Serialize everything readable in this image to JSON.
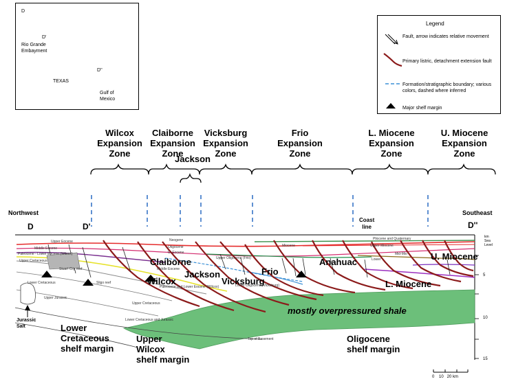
{
  "inset_map": {
    "labels": {
      "d": "D",
      "d_prime": "D'",
      "d_double": "D''",
      "rio": "Rio Grande\nEmbayment",
      "texas": "TEXAS",
      "gulf": "Gulf of\nMexico"
    }
  },
  "legend": {
    "title": "Legend",
    "items": [
      {
        "label": "Fault, arrow indicates relative movement",
        "icon": "fault-arrow-icon"
      },
      {
        "label": "Primary listric, detachment extension fault",
        "icon": "listric-fault-icon",
        "color": "#8b1a1a"
      },
      {
        "label": "Formation/stratigraphic boundary; various colors, dashed where inferred",
        "icon": "boundary-dashed-icon",
        "color": "#3a8fd6"
      },
      {
        "label": "Major shelf margin",
        "icon": "triangle-icon"
      }
    ]
  },
  "zones": [
    {
      "label": "Wilcox\nExpansion\nZone"
    },
    {
      "label": "Claiborne\nExpansion\nZone"
    },
    {
      "label": "Vicksburg\nExpansion\nZone"
    },
    {
      "label": "Frio\nExpansion\nZone"
    },
    {
      "label": "L. Miocene\nExpansion\nZone"
    },
    {
      "label": "U. Miocene\nExpansion\nZone"
    }
  ],
  "jackson_zone": "Jackson",
  "section": {
    "northwest": "Northwest",
    "southeast": "Southeast",
    "d": "D",
    "d_prime": "D'",
    "d_double": "D''",
    "coast_line": "Coast\nline",
    "km_sea_level": "km\nSea\nLevel",
    "depth_ticks": [
      "5",
      "10",
      "15"
    ],
    "scale": "0    10   20 km",
    "formations": {
      "claiborne": "Claiborne",
      "wilcox": "Wilcox",
      "jackson": "Jackson",
      "vicksburg": "Vicksburg",
      "frio": "Frio",
      "anahuac": "Anahuac",
      "l_miocene": "L. Miocene",
      "u_miocene": "U. Miocene"
    },
    "overpressure": "mostly overpressured shale",
    "margins": {
      "lower_cret": "Lower\nCretaceous\nshelf margin",
      "upper_wilcox": "Upper\nWilcox\nshelf margin",
      "oligocene": "Oligocene\nshelf margin"
    },
    "jurassic_salt": "Jurassic\nSalt",
    "small_labels": {
      "neogene": "Neogene",
      "miocene": "Miocene",
      "plio_quat": "Pliocene and Quaternary",
      "upper_eocene": "Upper Eocene",
      "middle_eocene": "Middle Eocene",
      "paleo_lower_eocene": "Paleocene - Lower Eocene (Wilcox)",
      "upper_cret": "Upper Cretaceous",
      "lower_cret": "Lower Cretaceous",
      "upper_jurassic": "Upper Jurassic",
      "oligocene": "Oligocene",
      "u_eocene": "U. Eocene",
      "upper_oligocene": "Upper Oligocene (Frio)",
      "lower_oligocene": "Lower Oligocene (Vicksburg)",
      "middle_eocene2": "Middle Eocene",
      "paleocene_wilcox": "Paleocene and Lower Eocene (Wilcox)",
      "upper_cretaceous2": "Upper Cretaceous",
      "lower_cret_jurassic": "Lower Cretaceous and Jurassic",
      "top_basement": "Top of Basement",
      "stuart_city": "Stuart City reef",
      "sligo": "Sligo reef",
      "upper_miocene": "Upper Miocene",
      "mid_mio": "Mid-Mio",
      "lower": "Lower"
    }
  }
}
